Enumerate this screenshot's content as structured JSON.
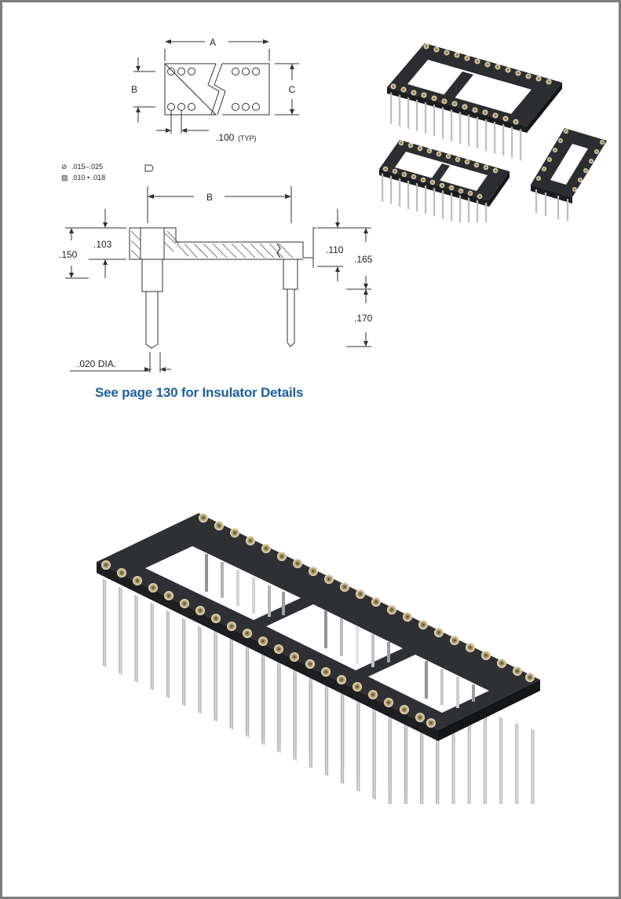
{
  "drawing": {
    "dim_a": "A",
    "dim_b_left": "B",
    "dim_c": "C",
    "pitch": ".100",
    "pitch_note": "(TYP)",
    "tol_round": ".015–.025",
    "tol_square": ".010 • .018",
    "dim_b_span": "B",
    "dim_150": ".150",
    "dim_103": ".103",
    "dim_110": ".110",
    "dim_165": ".165",
    "dim_170": ".170",
    "pin_dia": ".020  DIA."
  },
  "link_text": "See page 130 for Insulator Details",
  "colors": {
    "link": "#1e5fa0",
    "socket_body": "#2c2d30",
    "pin": "#b9bcc0",
    "contact": "#c9b98a"
  }
}
